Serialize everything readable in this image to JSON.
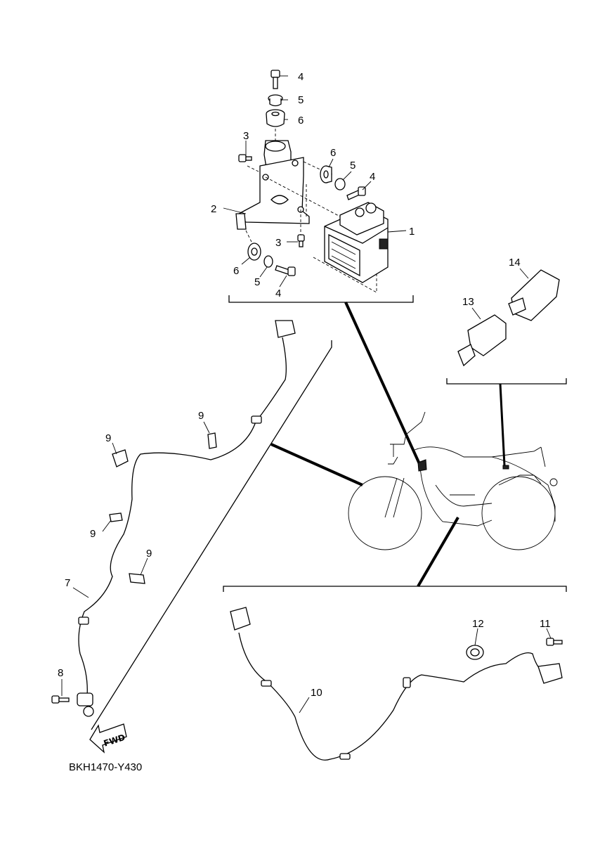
{
  "diagram": {
    "code": "BKH1470-Y430",
    "fwd_label": "FWD",
    "callouts": {
      "c1": "1",
      "c2": "2",
      "c3a": "3",
      "c3b": "3",
      "c4a": "4",
      "c4b": "4",
      "c4c": "4",
      "c5a": "5",
      "c5b": "5",
      "c5c": "5",
      "c6a": "6",
      "c6b": "6",
      "c6c": "6",
      "c7": "7",
      "c8": "8",
      "c9a": "9",
      "c9b": "9",
      "c9c": "9",
      "c9d": "9",
      "c10": "10",
      "c11": "11",
      "c12": "12",
      "c13": "13",
      "c14": "14"
    }
  }
}
